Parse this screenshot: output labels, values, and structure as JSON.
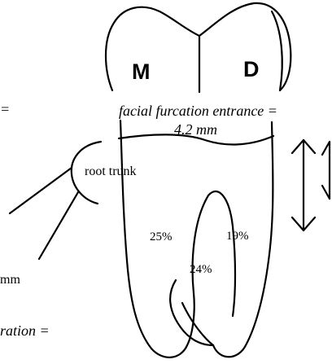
{
  "labels": {
    "mesial": "M",
    "distal": "D",
    "facial_furcation_line1": "facial furcation entrance =",
    "facial_furcation_line2": "4.2 mm",
    "root_trunk": "root trunk",
    "pct_mesial": "25%",
    "pct_distal": "19%",
    "pct_center": "24%",
    "cut_top_left": "=",
    "cut_mm": "mm",
    "cut_ration": "ration ="
  }
}
